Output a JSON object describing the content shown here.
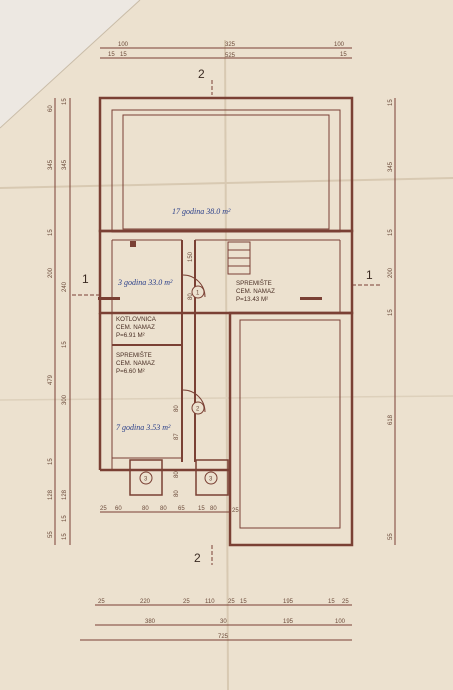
{
  "top_dims": {
    "d1": "100",
    "d2": "325",
    "d3": "100",
    "d4": "15",
    "d5": "15",
    "d6": "15",
    "d7": "525"
  },
  "left_dims": {
    "l1": "60",
    "l2": "15",
    "l3": "345",
    "l4": "15",
    "l5": "200",
    "l6": "240",
    "l7": "479",
    "l8": "15",
    "l9": "300",
    "l10": "15",
    "l11": "128",
    "l12": "128",
    "l13": "15",
    "l14": "55",
    "l15": "15"
  },
  "right_dims": {
    "r1": "15",
    "r2": "345",
    "r3": "15",
    "r4": "200",
    "r5": "15",
    "r6": "618",
    "r7": "55"
  },
  "inner_dims": {
    "i1": "150",
    "i2": "80",
    "i3": "80",
    "i4": "87",
    "i5": "80",
    "i6": "80"
  },
  "bottom_row1": [
    "25",
    "60",
    "80",
    "80",
    "65",
    "15",
    "80",
    "25"
  ],
  "bottom_row2": [
    "25",
    "220",
    "25",
    "110",
    "25",
    "15",
    "195",
    "15",
    "25"
  ],
  "bottom_row3": [
    "380",
    "30",
    "195",
    "100"
  ],
  "bottom_total": "725",
  "section_marks": {
    "top": "2",
    "bottom": "2",
    "left": "1",
    "right": "1"
  },
  "door_marks": [
    "1",
    "2",
    "3",
    "3"
  ],
  "rooms": {
    "kotlovnica": {
      "name": "KOTLOVNICA",
      "floor": "CEM. NAMAZ",
      "area": "P=6.91 M²"
    },
    "spremiste_big": {
      "name": "SPREMIŠTE",
      "floor": "CEM. NAMAZ",
      "area": "P=13.43 M²"
    },
    "spremiste_small": {
      "name": "SPREMIŠTE",
      "floor": "CEM. NAMAZ",
      "area": "P=6.60 M²"
    }
  },
  "handwriting": {
    "h1": "17 godina 38.0 m²",
    "h2": "3 godina 33.0 m²",
    "h3": "7 godina 3.53 m²"
  },
  "colors": {
    "paper": "#ece1cf",
    "line": "#7a4034",
    "dim": "#6b4a3a",
    "ink": "#2a3f8a",
    "background": "#5a4a3e"
  }
}
